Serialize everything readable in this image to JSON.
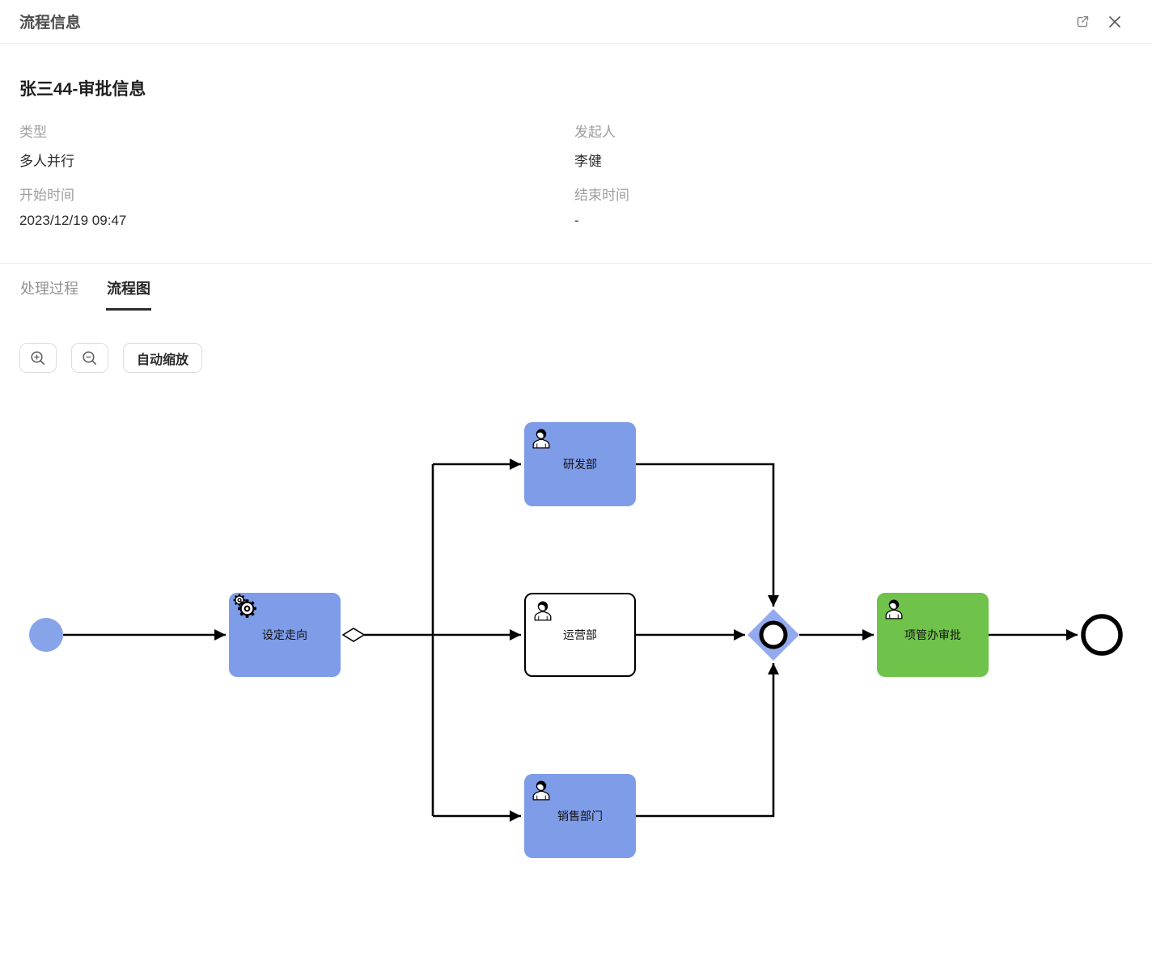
{
  "header": {
    "title": "流程信息",
    "icons": {
      "open_external": "external-link-icon",
      "close": "close-icon"
    }
  },
  "info": {
    "title": "张三44-审批信息",
    "fields": [
      {
        "label": "类型",
        "value": "多人并行"
      },
      {
        "label": "发起人",
        "value": "李健"
      },
      {
        "label": "开始时间",
        "value": "2023/12/19 09:47"
      },
      {
        "label": "结束时间",
        "value": "-"
      }
    ]
  },
  "tabs": [
    {
      "label": "处理过程",
      "active": false
    },
    {
      "label": "流程图",
      "active": true
    }
  ],
  "toolbar": {
    "zoom_in_icon": "zoom-in-icon",
    "zoom_out_icon": "zoom-out-icon",
    "auto_fit_label": "自动缩放"
  },
  "diagram": {
    "nodes": {
      "set_direction": {
        "label": "设定走向",
        "icon": "gears-icon"
      },
      "rnd": {
        "label": "研发部",
        "icon": "person-icon"
      },
      "operations": {
        "label": "运营部",
        "icon": "person-icon"
      },
      "sales": {
        "label": "销售部门",
        "icon": "person-icon"
      },
      "pmo": {
        "label": "项管办审批",
        "icon": "person-icon"
      }
    },
    "colors": {
      "task_blue": "#7E9CE8",
      "start_blue": "#87A3EA",
      "gateway_blue": "#93ABEE",
      "task_green": "#6FC24A",
      "edge": "#000000"
    }
  }
}
